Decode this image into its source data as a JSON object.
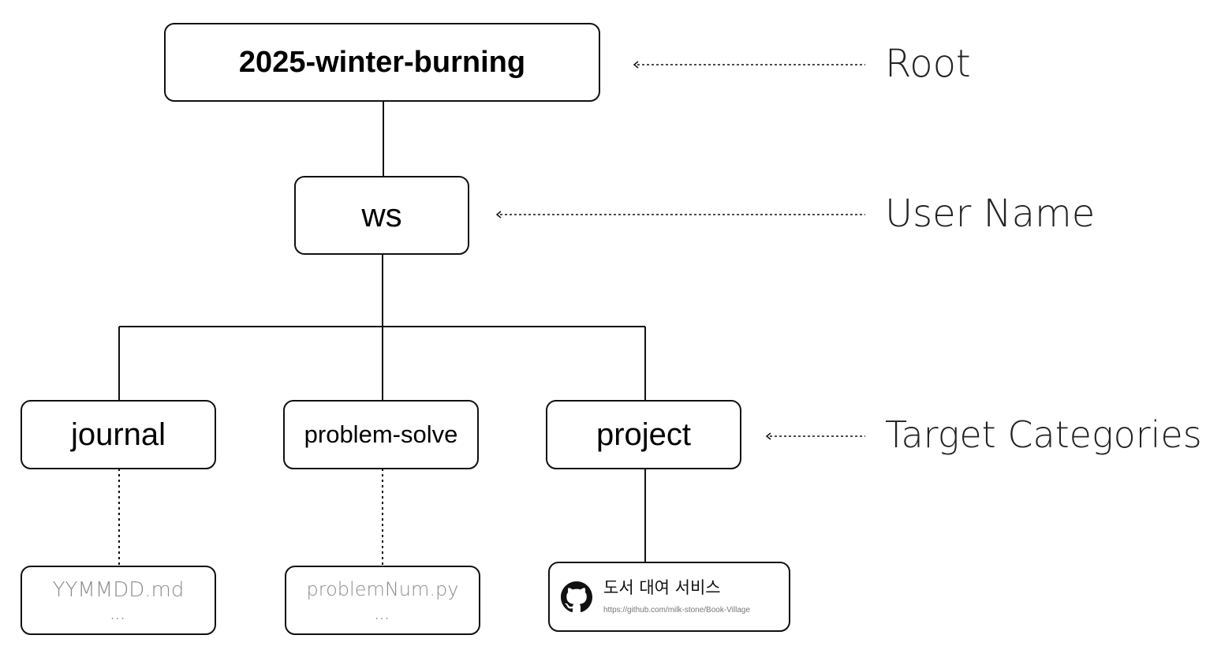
{
  "nodes": {
    "root": "2025-winter-burning",
    "user": "ws",
    "journal": "journal",
    "problem_solve": "problem-solve",
    "project": "project"
  },
  "leaves": {
    "journal_file": "YYMMDD.md",
    "journal_more": "...",
    "problem_file": "problemNum.py",
    "problem_more": "..."
  },
  "project_card": {
    "icon": "github-icon",
    "title": "도서 대여 서비스",
    "url": "https://github.com/milk-stone/Book-Village"
  },
  "annotations": {
    "root": "Root",
    "user": "User Name",
    "categories": "Target Categories"
  }
}
